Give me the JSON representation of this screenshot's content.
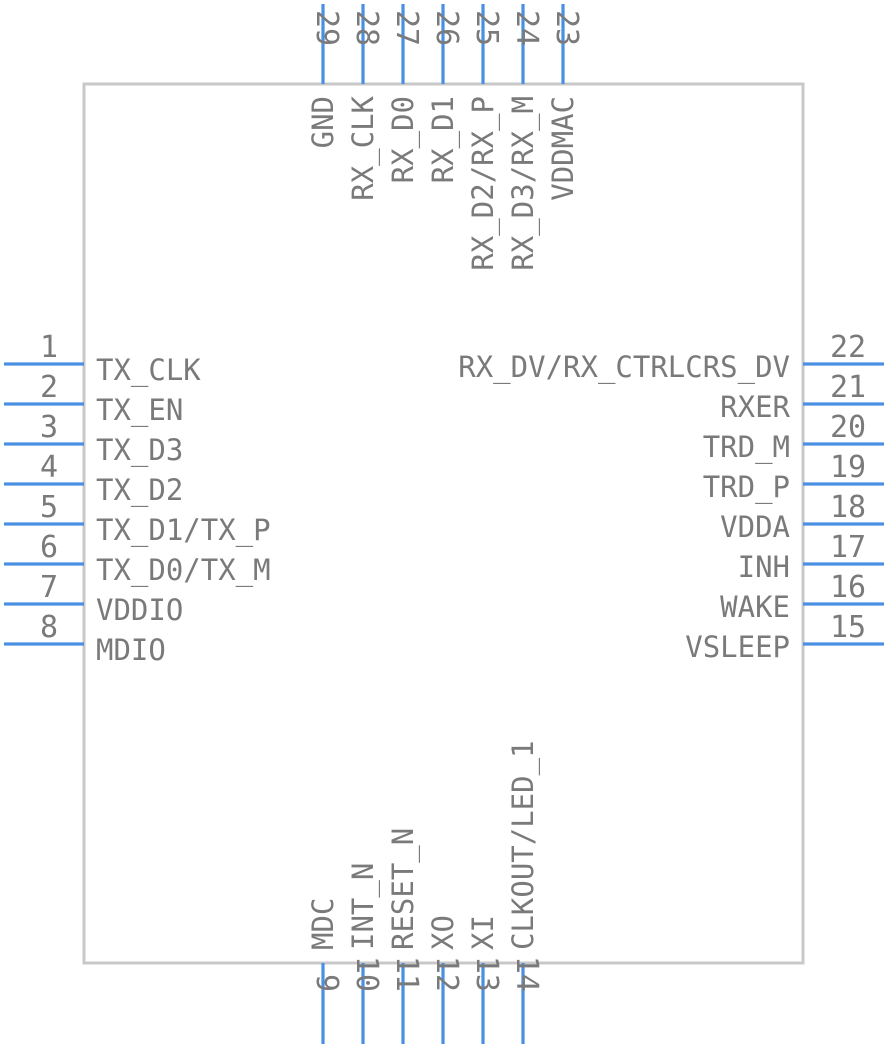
{
  "pins": [
    {
      "number": "1",
      "name": "TX_CLK"
    },
    {
      "number": "2",
      "name": "TX_EN"
    },
    {
      "number": "3",
      "name": "TX_D3"
    },
    {
      "number": "4",
      "name": "TX_D2"
    },
    {
      "number": "5",
      "name": "TX_D1/TX_P"
    },
    {
      "number": "6",
      "name": "TX_D0/TX_M"
    },
    {
      "number": "7",
      "name": "VDDIO"
    },
    {
      "number": "8",
      "name": "MDIO"
    },
    {
      "number": "9",
      "name": "MDC"
    },
    {
      "number": "10",
      "name": "INT_N"
    },
    {
      "number": "11",
      "name": "RESET_N"
    },
    {
      "number": "12",
      "name": "XO"
    },
    {
      "number": "13",
      "name": "XI"
    },
    {
      "number": "14",
      "name": "CLKOUT/LED_1"
    },
    {
      "number": "15",
      "name": "VSLEEP"
    },
    {
      "number": "16",
      "name": "WAKE"
    },
    {
      "number": "17",
      "name": "INH"
    },
    {
      "number": "18",
      "name": "VDDA"
    },
    {
      "number": "19",
      "name": "TRD_P"
    },
    {
      "number": "20",
      "name": "TRD_M"
    },
    {
      "number": "21",
      "name": "RXER"
    },
    {
      "number": "22",
      "name": "RX_DV/RX_CTRLCRS_DV"
    },
    {
      "number": "23",
      "name": "VDDMAC"
    },
    {
      "number": "24",
      "name": "RX_D3/RX_M"
    },
    {
      "number": "25",
      "name": "RX_D2/RX_P"
    },
    {
      "number": "26",
      "name": "RX_D1"
    },
    {
      "number": "27",
      "name": "RX_D0"
    },
    {
      "number": "28",
      "name": "RX_CLK"
    },
    {
      "number": "29",
      "name": "GND"
    }
  ]
}
